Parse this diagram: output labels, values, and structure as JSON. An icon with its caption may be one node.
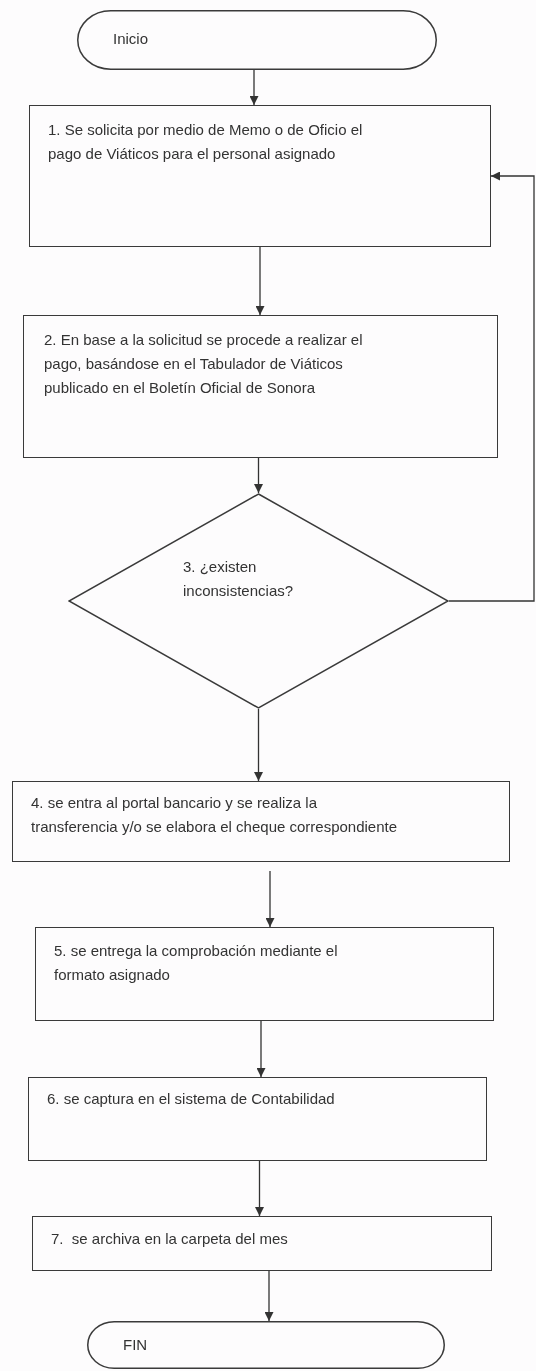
{
  "diagram": {
    "nodes": [
      {
        "text": [
          "Inicio"
        ]
      },
      {
        "text": [
          "1. Se solicita por medio de Memo o de Oficio el pago de Viáticos para el personal asignado"
        ]
      },
      {
        "text": [
          "2. En base a la solicitud se procede a realizar el pago, basándose en el Tabulador de Viáticos publicado en el Boletín Oficial de Sonora"
        ]
      },
      {
        "text": [
          "3. ¿existen inconsistencias?"
        ]
      },
      {
        "text": [
          "4. se entra al portal bancario y se realiza la transferencia y/o se elabora el cheque correspondiente"
        ]
      },
      {
        "text": [
          "5. se entrega la comprobación mediante el formato asignado"
        ]
      },
      {
        "text": [
          "6. se captura en el sistema de Contabilidad"
        ]
      },
      {
        "text": [
          "7.  se archiva en la carpeta del mes"
        ]
      },
      {
        "text": [
          "FIN"
        ]
      }
    ],
    "edges": [
      {
        "from": 0,
        "to": 1,
        "arrow": "to"
      },
      {
        "from": 1,
        "to": 2,
        "arrow": "to"
      },
      {
        "from": 2,
        "to": 3,
        "arrow": "to"
      },
      {
        "from": 3,
        "to": 4,
        "arrow": "to"
      },
      {
        "from": 4,
        "to": 5,
        "arrow": "to"
      },
      {
        "from": 5,
        "to": 6,
        "arrow": "to"
      },
      {
        "from": 6,
        "to": 7,
        "arrow": "to"
      },
      {
        "from": 7,
        "to": 8,
        "arrow": "to"
      },
      {
        "from": 3,
        "to": 1,
        "arrow": "to"
      }
    ]
  }
}
